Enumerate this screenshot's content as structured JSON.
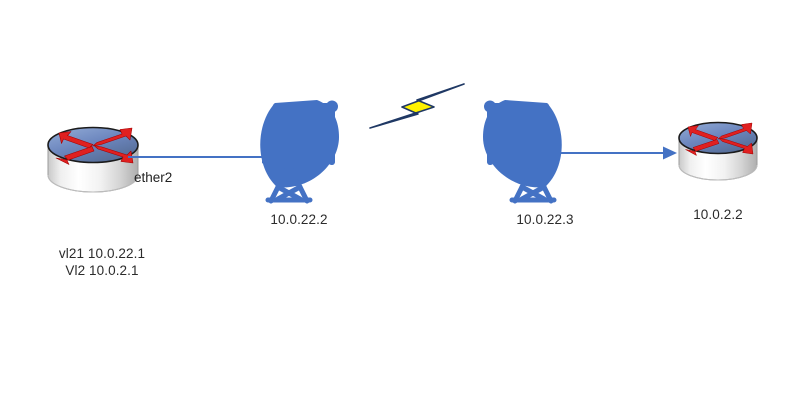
{
  "diagram": {
    "title": "Point-to-point wireless link network diagram",
    "background_color": "#FFFFFF",
    "accent_blue": "#4472C4",
    "router_arrow_red": "#E02020",
    "bolt_yellow": "#FFF200",
    "bolt_outline": "#1F3864",
    "text_color": "#2B2B2B"
  },
  "nodes": {
    "router_left": {
      "icon": "router-icon",
      "labels": [
        "vl21 10.0.22.1",
        "Vl2 10.0.2.1"
      ]
    },
    "dish_left": {
      "icon": "satellite-dish-icon",
      "label": "10.0.22.2"
    },
    "dish_right": {
      "icon": "satellite-dish-icon",
      "label": "10.0.22.3"
    },
    "router_right": {
      "icon": "router-icon",
      "label": "10.0.2.2"
    }
  },
  "links": {
    "router_left_to_dish_left": {
      "icon": "arrow-right-icon",
      "label": "ether2"
    },
    "wireless": {
      "icon": "lightning-bolt-icon",
      "label": ""
    },
    "dish_right_to_router_right": {
      "icon": "arrow-right-icon",
      "label": ""
    }
  }
}
